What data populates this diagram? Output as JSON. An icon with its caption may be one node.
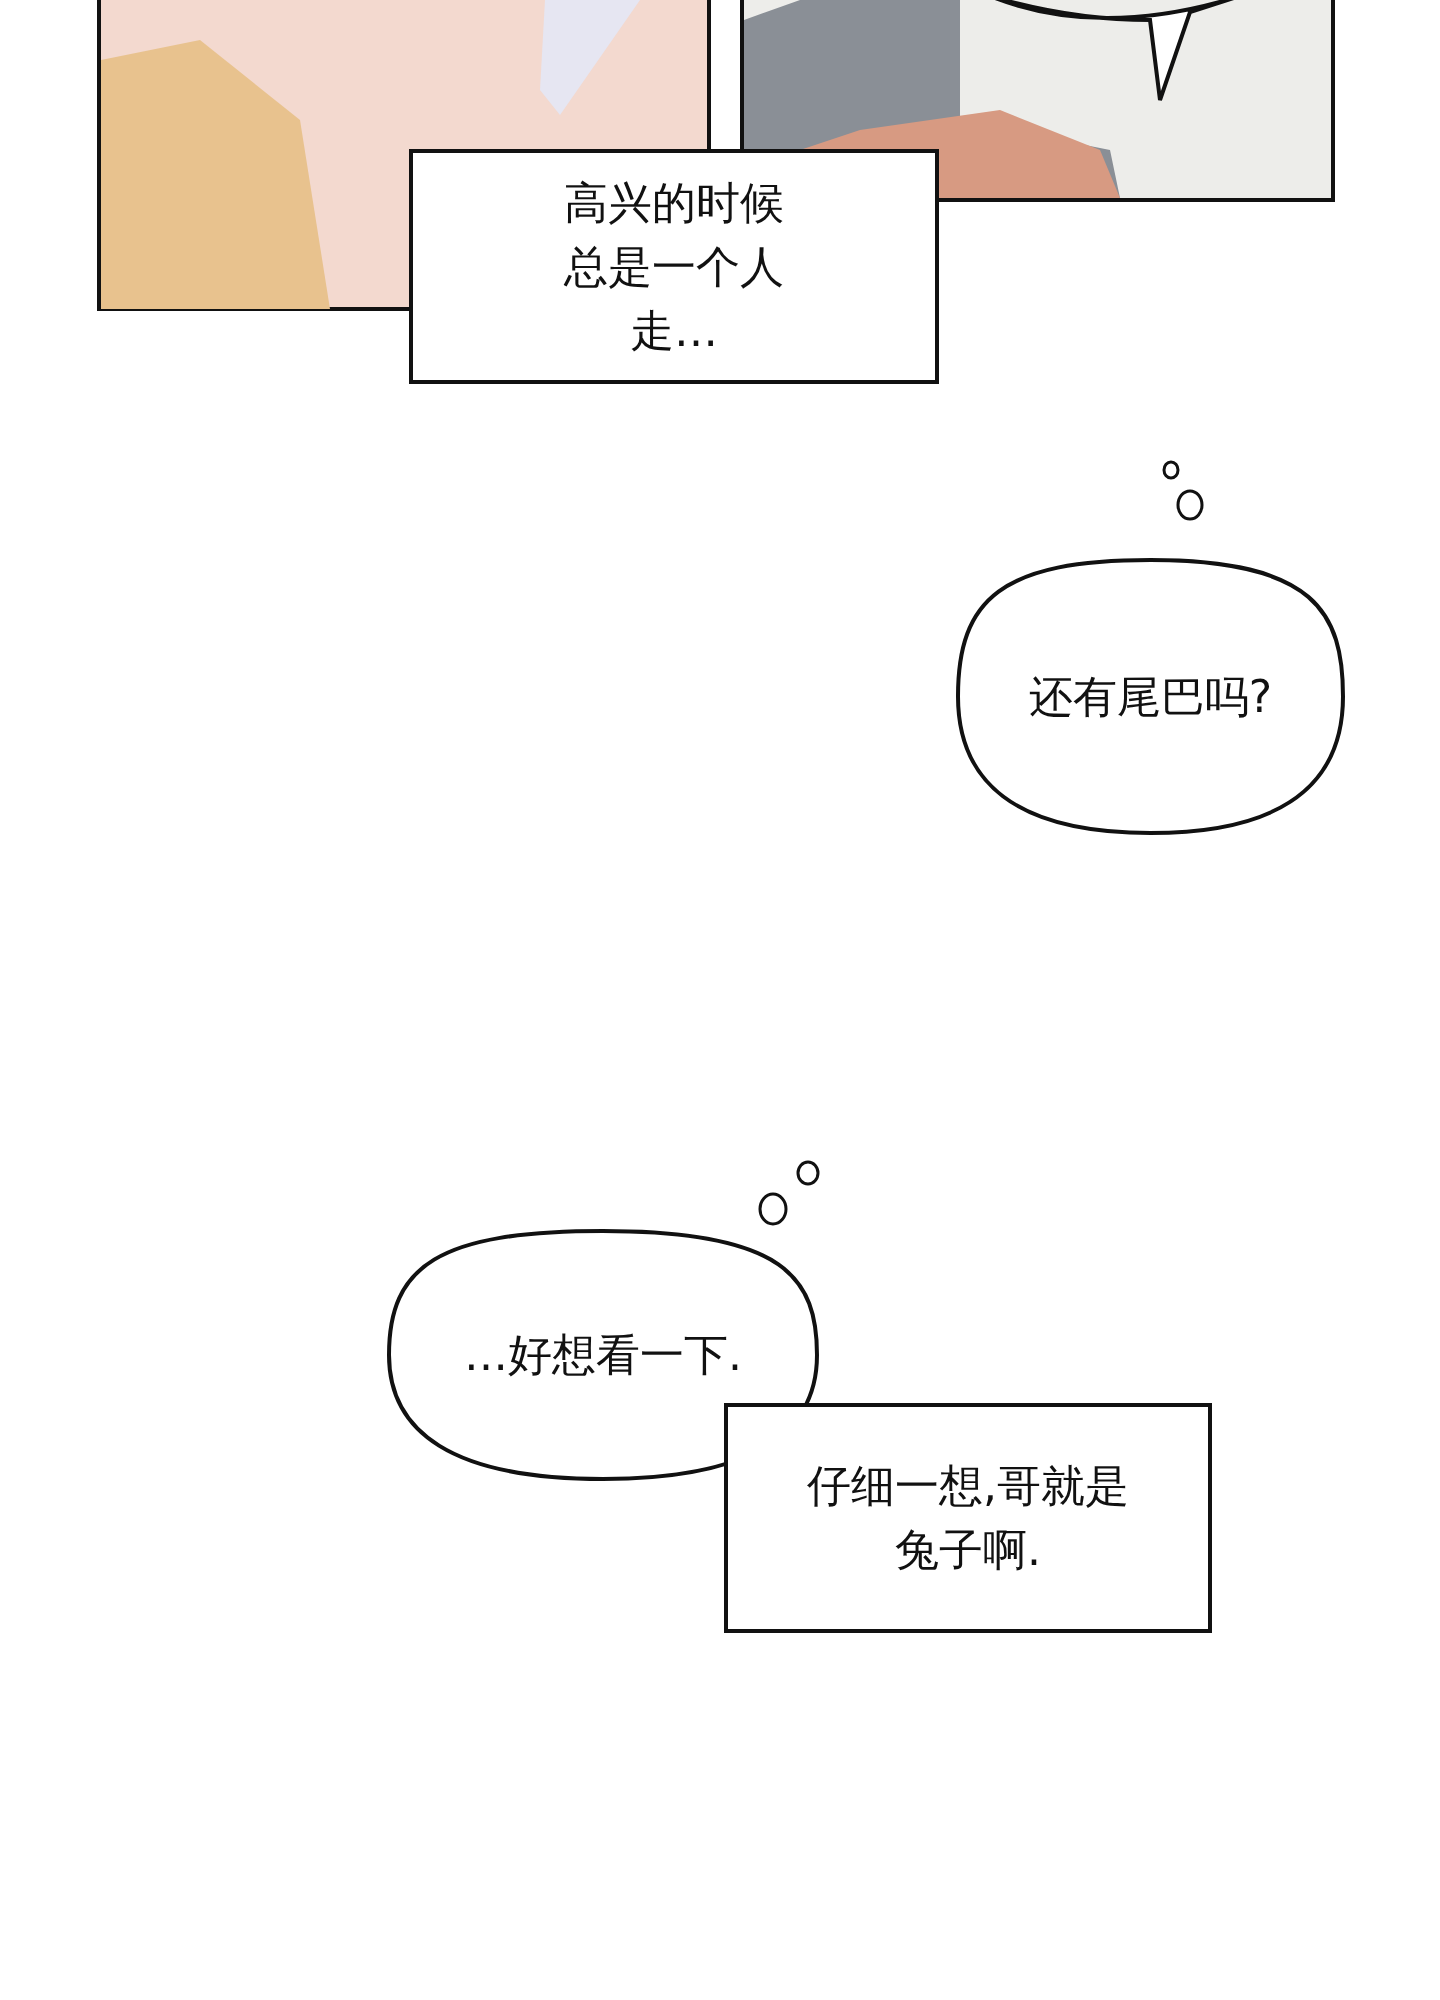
{
  "diagram": {
    "nodes": [
      {
        "text": [
          "高兴的时候总是一个人走…"
        ]
      },
      {
        "text": [
          "还有尾巴吗?"
        ]
      },
      {
        "text": [
          "…好想看一下."
        ]
      },
      {
        "text": [
          "仔细一想,哥就是兔子啊."
        ]
      }
    ]
  }
}
